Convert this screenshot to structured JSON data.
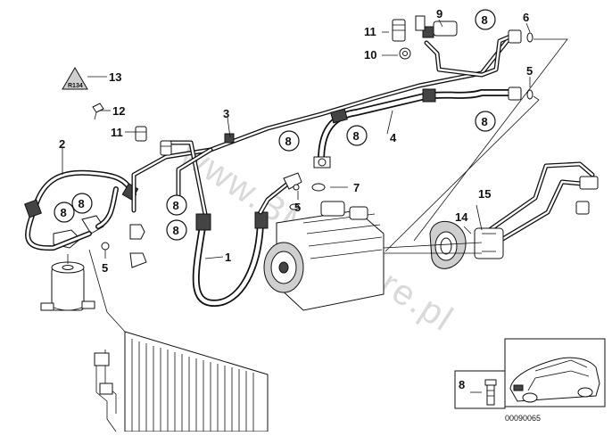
{
  "diagram": {
    "watermark": "www.BMWstore.pl",
    "image_code": "00090065",
    "callouts": {
      "c1": "1",
      "c2": "2",
      "c3": "3",
      "c4": "4",
      "c5a": "5",
      "c5b": "5",
      "c5c": "5",
      "c6": "6",
      "c7": "7",
      "c8a": "8",
      "c8b": "8",
      "c8c": "8",
      "c8d": "8",
      "c8e": "8",
      "c8f": "8",
      "c8g": "8",
      "c8h": "8",
      "c8i": "8",
      "c9": "9",
      "c10": "10",
      "c11a": "11",
      "c11b": "11",
      "c12": "12",
      "c13": "13",
      "c14": "14",
      "c15": "15"
    }
  }
}
